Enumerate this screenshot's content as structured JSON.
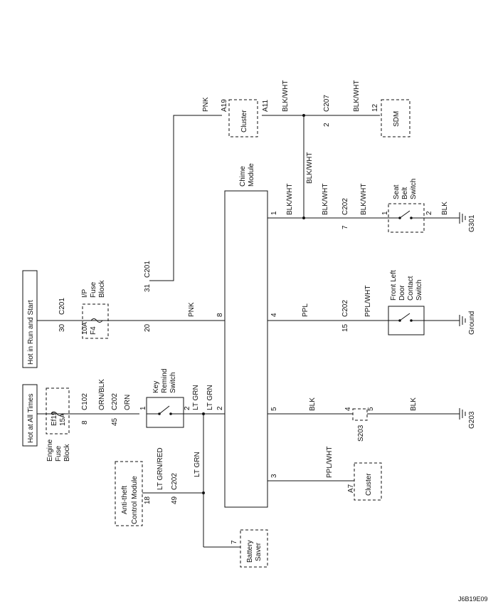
{
  "diagram_id": "J6B19E09",
  "power": {
    "hot_at_all_times": "Hot at All Times",
    "hot_in_run_and_start": "Hot in Run and Start"
  },
  "engine_fuse_block": {
    "label_lines": [
      "Engine",
      "Fuse",
      "Block"
    ],
    "fuse_name": "Ef19",
    "fuse_rating": "15A"
  },
  "ip_fuse_block": {
    "label_lines": [
      "I/P",
      "Fuse",
      "Block"
    ],
    "fuse_name": "F4",
    "fuse_rating": "10A"
  },
  "connectors": {
    "c102": "C102",
    "c201": "C201",
    "c202": "C202",
    "c207": "C207",
    "s203": "S203"
  },
  "pins": {
    "p8": "8",
    "p45": "45",
    "p30": "30",
    "p20": "20",
    "p31": "31",
    "p18": "18",
    "p49": "49",
    "p1": "1",
    "p2": "2",
    "p3": "3",
    "p4": "4",
    "p5": "5",
    "p7": "7",
    "p12": "12",
    "p15": "15",
    "a19": "A19",
    "a11": "A11",
    "a7": "A7"
  },
  "wires": {
    "orn_blk": "ORN/BLK",
    "orn": "ORN",
    "lt_grn": "LT GRN",
    "lt_grn_red": "LT GRN/RED",
    "pnk": "PNK",
    "blk_wht": "BLK/WHT",
    "ppl": "PPL",
    "ppl_wht": "PPL/WHT",
    "blk": "BLK"
  },
  "components": {
    "key_remind_switch": [
      "Key",
      "Remind",
      "Switch"
    ],
    "chime_module": [
      "Chime",
      "Module"
    ],
    "cluster": "Cluster",
    "sdm": "SDM",
    "seat_belt_switch": [
      "Seat",
      "Belt",
      "Switch"
    ],
    "door_switch": [
      "Front Left",
      "Door",
      "Contact",
      "Switch"
    ],
    "antitheft_module": [
      "Anti-theft",
      "Control Module"
    ],
    "battery_saver": [
      "Battery",
      "Saver"
    ]
  },
  "grounds": {
    "g301": "G301",
    "ground": "Ground",
    "g203": "G203"
  }
}
